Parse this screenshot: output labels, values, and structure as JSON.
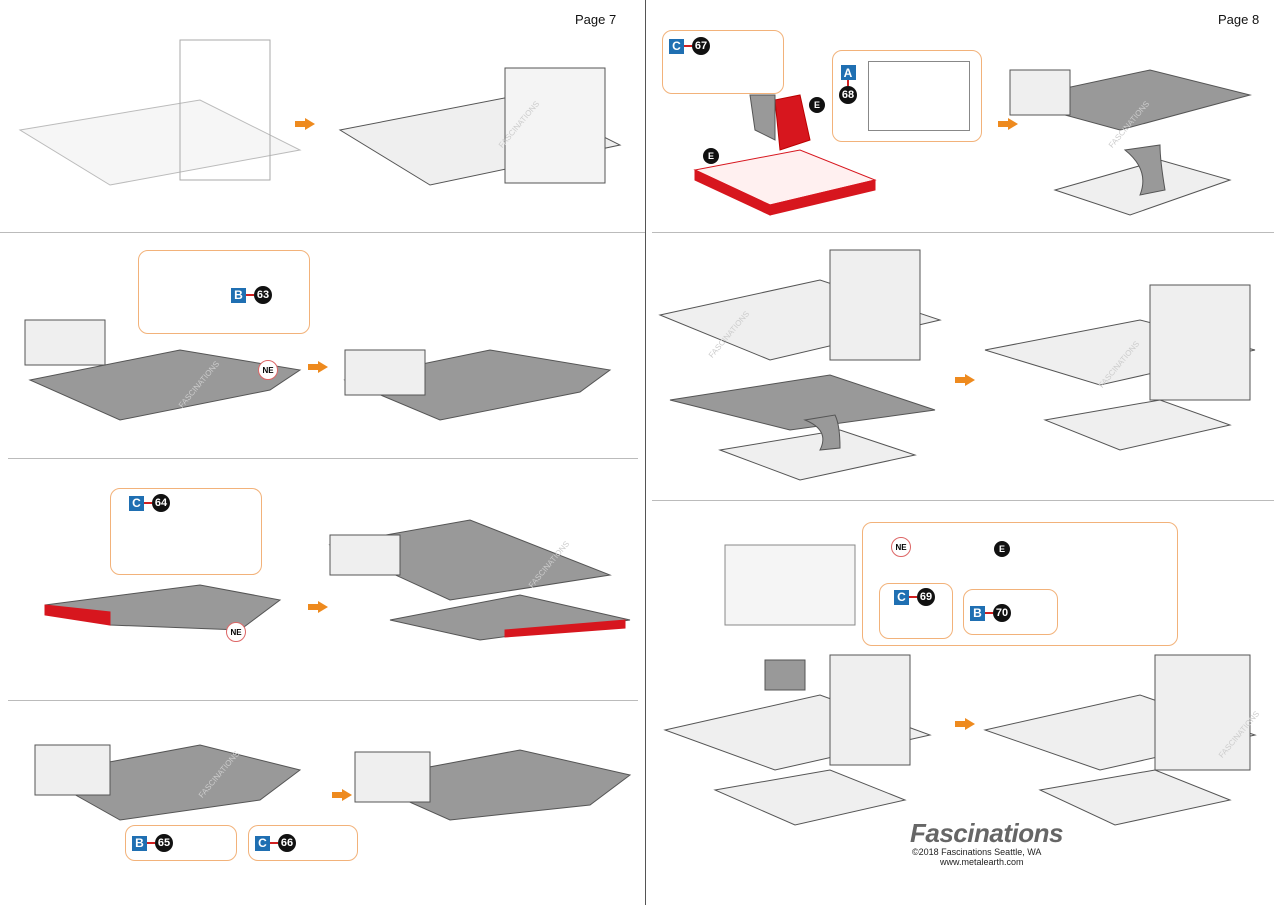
{
  "page_left": {
    "number": "Page 7",
    "step2": {
      "part": {
        "sheet": "B",
        "num": "63"
      },
      "tag": "NE"
    },
    "step3": {
      "part": {
        "sheet": "C",
        "num": "64"
      },
      "tag": "NE"
    },
    "step4": {
      "parts": [
        {
          "sheet": "B",
          "num": "65"
        },
        {
          "sheet": "C",
          "num": "66"
        }
      ]
    }
  },
  "page_right": {
    "number": "Page 8",
    "step1": {
      "parts": [
        {
          "sheet": "C",
          "num": "67"
        },
        {
          "sheet": "A",
          "num": "68"
        }
      ],
      "tag": "E"
    },
    "step3": {
      "parts": [
        {
          "sheet": "C",
          "num": "69"
        },
        {
          "sheet": "B",
          "num": "70"
        }
      ],
      "tags": [
        "NE",
        "E"
      ]
    }
  },
  "watermark": "FASCINATIONS",
  "footer": {
    "brand": "Fascinations",
    "copyright": "©2018 Fascinations Seattle, WA",
    "url": "www.metalearth.com"
  },
  "colors": {
    "accent": "#ee8a1e",
    "callout": "#f2b27a",
    "red": "#d7161e",
    "sheet": "#1f6fb2"
  }
}
